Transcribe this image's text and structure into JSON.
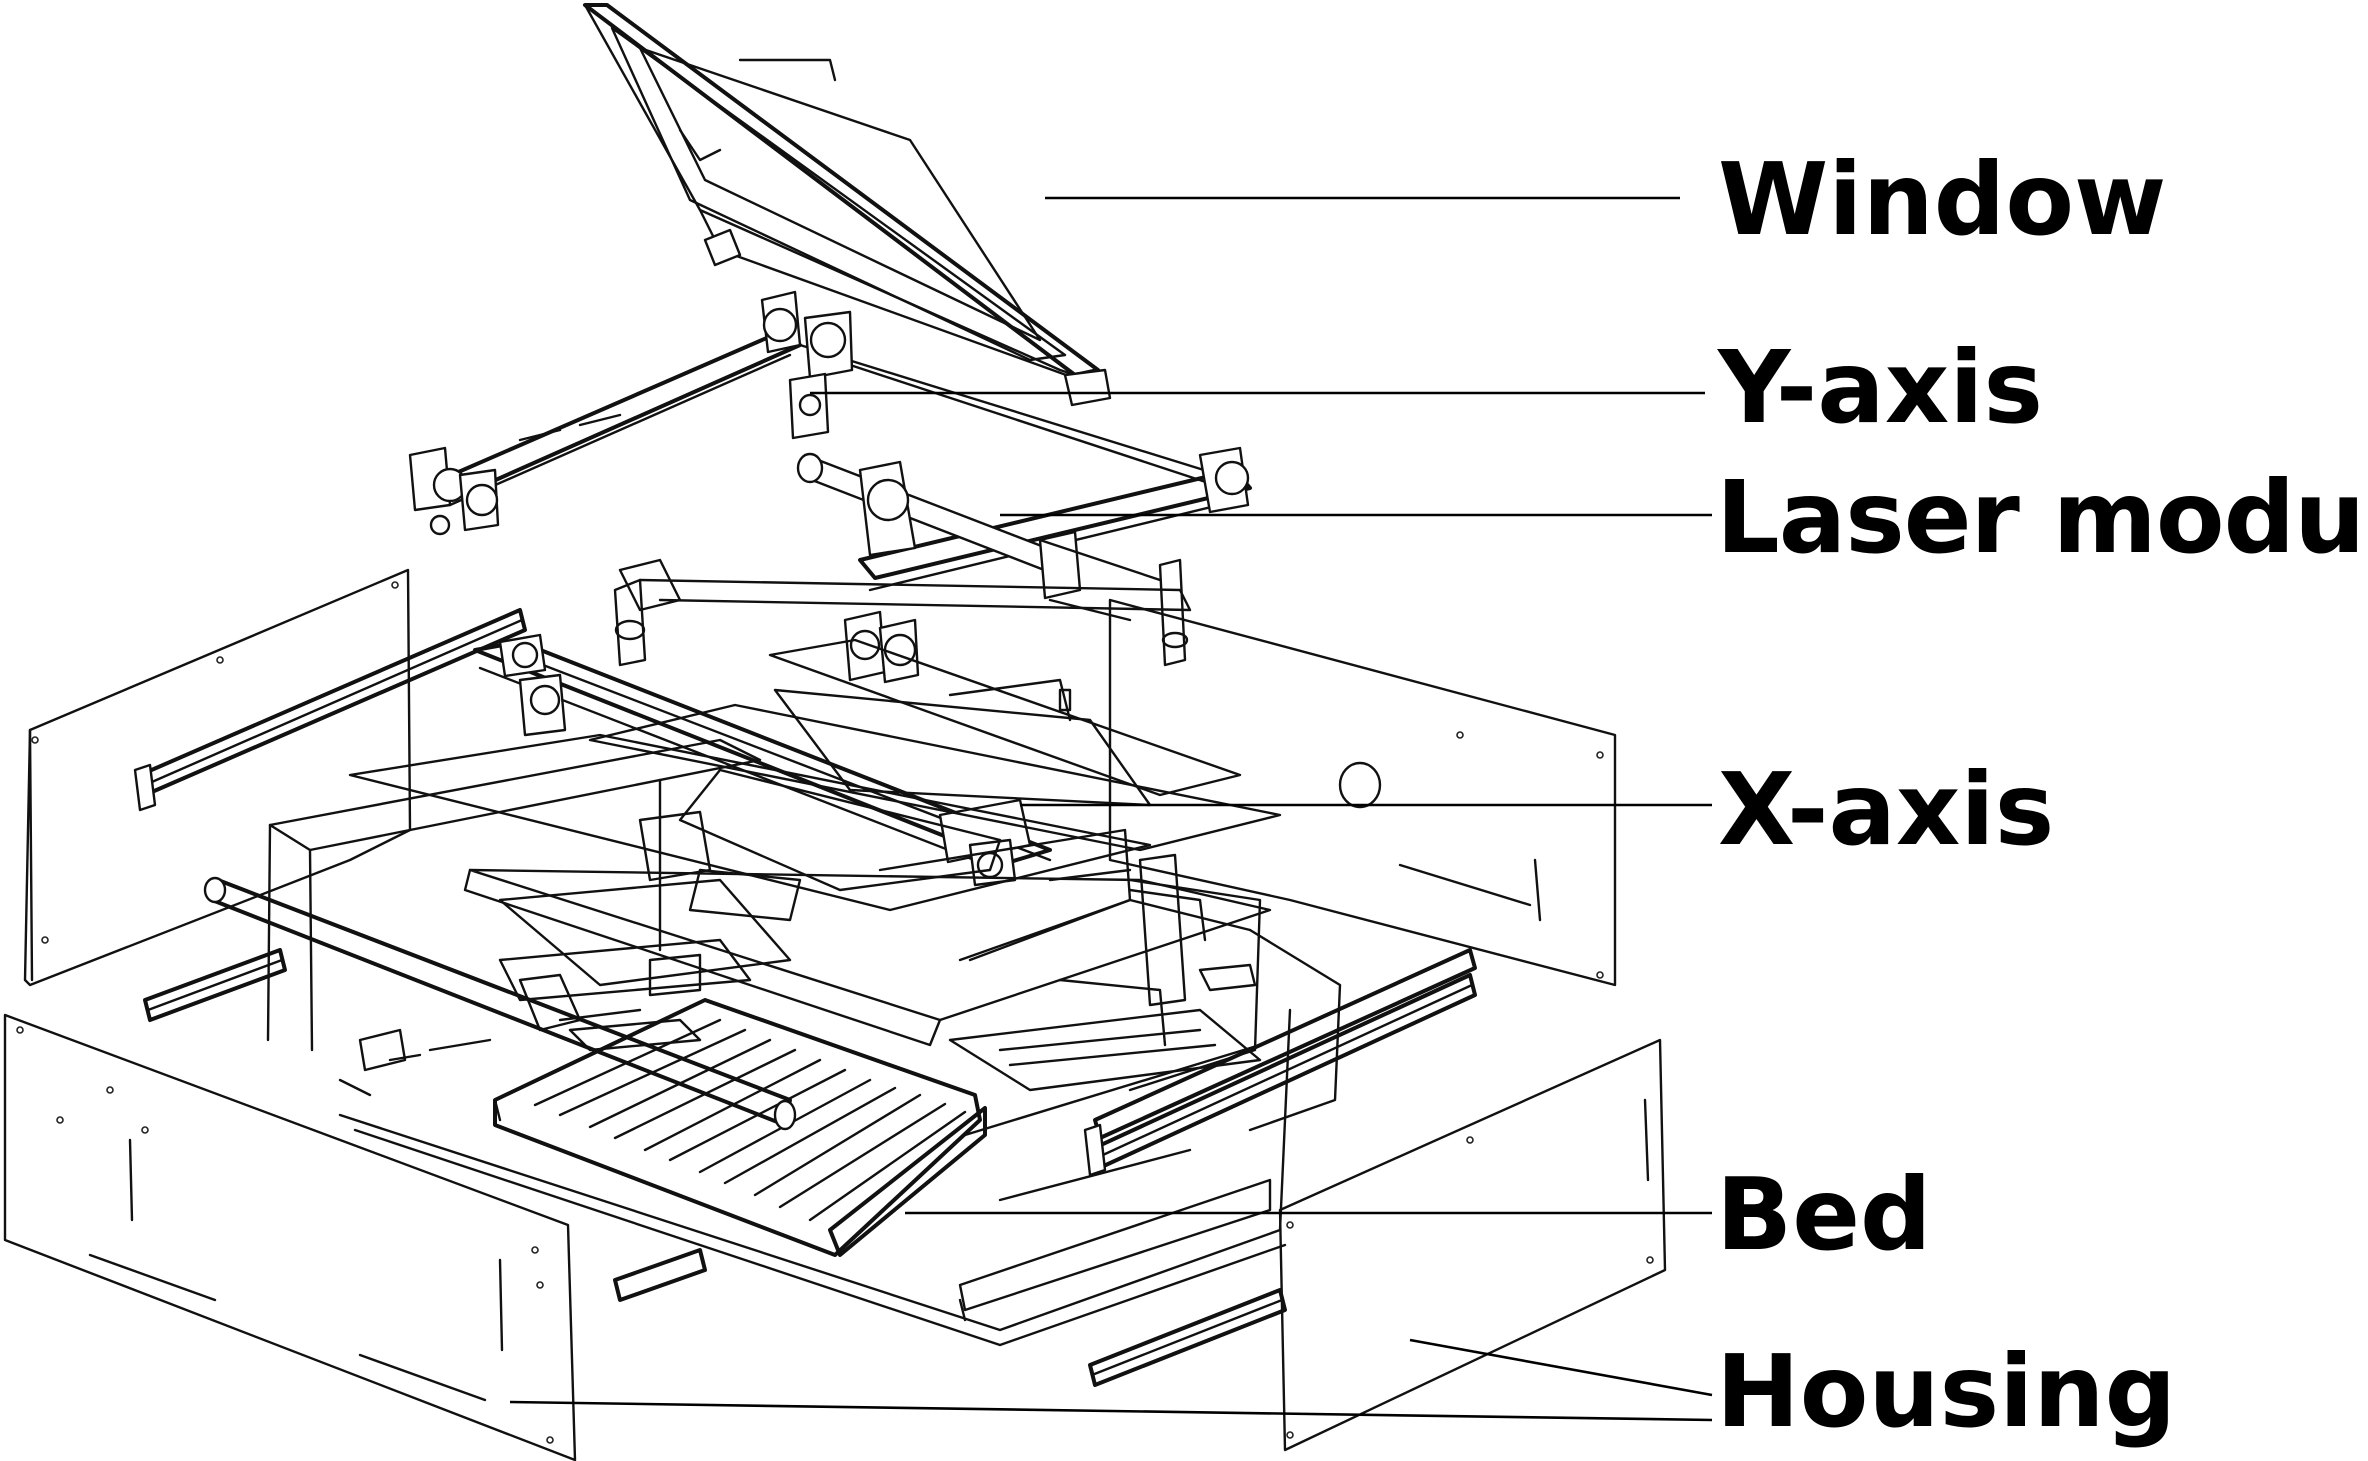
{
  "labels": {
    "window": "Window",
    "y_axis": "Y-axis",
    "laser_module": "Laser module",
    "x_axis": "X-axis",
    "bed": "Bed",
    "housing": "Housing"
  }
}
